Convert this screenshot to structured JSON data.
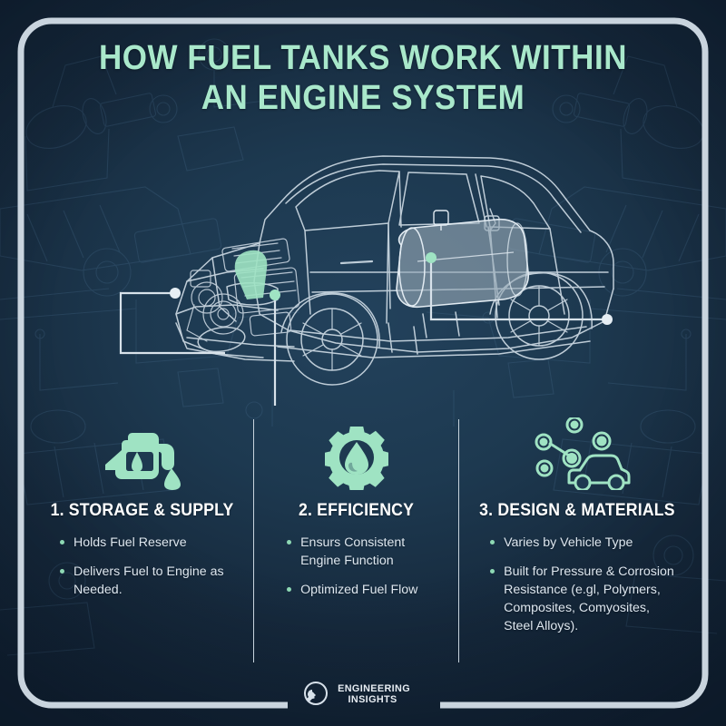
{
  "theme": {
    "background_dark": "#132537",
    "background_mid": "#23425c",
    "accent_mint": "#a9e8cb",
    "accent_bullet": "#8ed9b4",
    "frame_color": "#c9d4de",
    "text_light": "#dde6ee",
    "heading_white": "#ffffff"
  },
  "title": {
    "line1": "HOW FUEL TANKS WORK WITHIN",
    "line2": "AN ENGINE SYSTEM"
  },
  "diagram": {
    "name": "cutaway-car-fuel-system",
    "callouts": [
      {
        "id": "engine-callout-left",
        "marker": "white-dot",
        "label": ""
      },
      {
        "id": "engine-callout-bottom",
        "marker": "mint-dot",
        "label": ""
      },
      {
        "id": "fuel-tank-callout-right",
        "marker": "mint-dot",
        "label": ""
      }
    ],
    "highlighted_parts": [
      "engine-hose",
      "fuel-tank",
      "engine-block"
    ]
  },
  "columns": [
    {
      "icon": "fuel-nozzle-icon",
      "heading": "1. STORAGE & SUPPLY",
      "bullets": [
        "Holds Fuel Reserve",
        "Delivers Fuel to Engine as Needed."
      ]
    },
    {
      "icon": "gear-droplet-icon",
      "heading": "2. EFFICIENCY",
      "bullets": [
        "Ensurs Consistent Engine Function",
        "Optimized Fuel Flow"
      ]
    },
    {
      "icon": "molecule-car-icon",
      "heading": "3. DESIGN & MATERIALS",
      "bullets": [
        "Varies by Vehicle Type",
        "Built for Pressure & Corrosion Resistance (e.gl, Polymers, Composites, Comyosites, Steel Alloys)."
      ]
    }
  ],
  "footer": {
    "logo_icon": "wrench-circle-icon",
    "brand_line1": "ENGINEERING",
    "brand_line2": "INSIGHTS"
  }
}
